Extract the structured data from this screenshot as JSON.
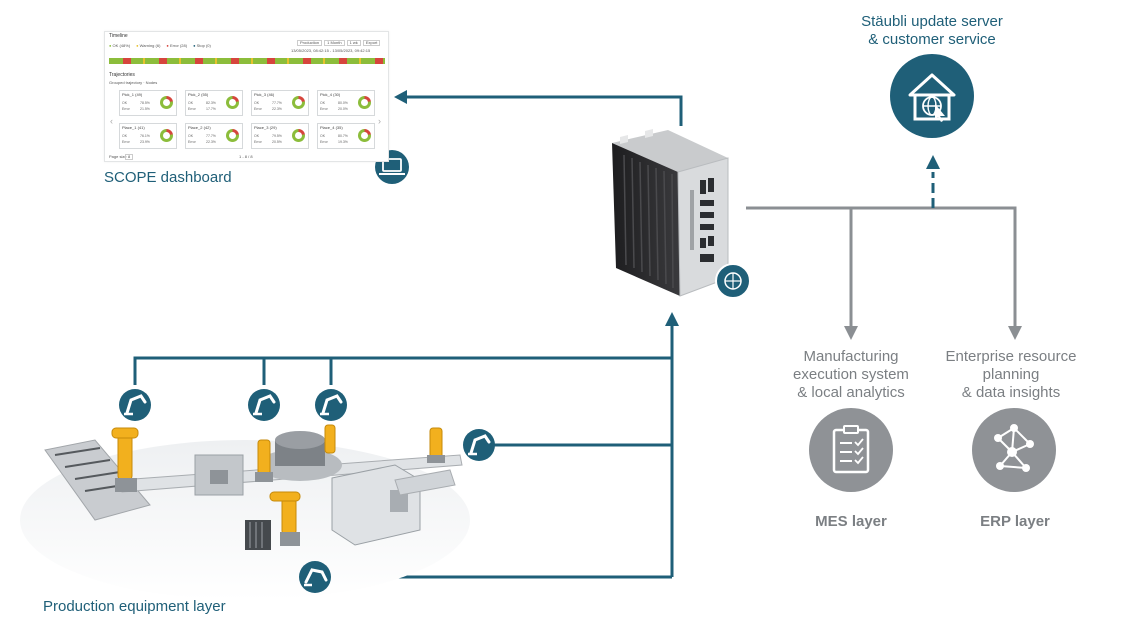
{
  "labels": {
    "scope_dashboard": "SCOPE dashboard",
    "update_server_line1": "Stäubli update server",
    "update_server_line2": "& customer service",
    "mes_desc_line1": "Manufacturing",
    "mes_desc_line2": "execution system",
    "mes_desc_line3": "& local analytics",
    "erp_desc_line1": "Enterprise resource",
    "erp_desc_line2": "planning",
    "erp_desc_line3": "& data insights",
    "mes_layer": "MES layer",
    "erp_layer": "ERP layer",
    "production_layer": "Production equipment layer"
  },
  "dashboard": {
    "timeline_title": "Timeline",
    "legend": [
      "OK (48%)",
      "Warning (6)",
      "Error (28)",
      "Stop (0)"
    ],
    "buttons": [
      "Production",
      "1 Month",
      "1 wk",
      "Export"
    ],
    "date_range": "13/05/2023, 08:42:15 - 13/05/2023, 09:42:15",
    "trajectories_title": "Trajectories",
    "trajectories_sub": "Grouped trajectory · Nodes",
    "cards": [
      {
        "title": "Pick_1 (49)",
        "a": "78.5%",
        "b": "21.5%"
      },
      {
        "title": "Pick_2 (55)",
        "a": "82.3%",
        "b": "17.7%"
      },
      {
        "title": "Pick_3 (46)",
        "a": "77.7%",
        "b": "22.3%"
      },
      {
        "title": "Pick_4 (30)",
        "a": "80.0%",
        "b": "20.0%"
      },
      {
        "title": "Place_1 (41)",
        "a": "76.1%",
        "b": "23.9%"
      },
      {
        "title": "Place_2 (42)",
        "a": "77.7%",
        "b": "22.3%"
      },
      {
        "title": "Place_3 (29)",
        "a": "79.5%",
        "b": "20.5%"
      },
      {
        "title": "Place_4 (35)",
        "a": "80.7%",
        "b": "19.3%"
      }
    ],
    "card_row_labels": [
      "OK",
      "Error"
    ],
    "page_size_label": "Page size",
    "page_size_value": "8",
    "pagination": "1 - 8 / 8"
  },
  "colors": {
    "teal": "#1f5f78",
    "gray_line": "#8b8f93",
    "gray_circle": "#8f9296",
    "ok": "#8cbd3b",
    "warning": "#e8c12d",
    "error": "#d6453d"
  }
}
